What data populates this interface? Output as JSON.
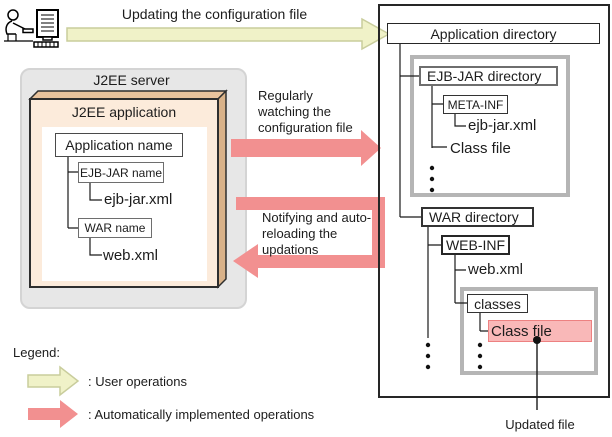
{
  "colors": {
    "user_operation_arrow": "#f0f2c8",
    "user_operation_arrow_border": "#c9cd9c",
    "auto_operation_arrow": "#f29090",
    "updated_file_highlight": "#f9b8b8",
    "updated_file_highlight_border": "#ed8181",
    "container_gray_border": "#b5b5b5",
    "server_background": "#e7e7e7",
    "box3d_face": "#fcebdb",
    "box3d_top_bevel": "#e9c39d",
    "box3d_side_bevel": "#d9b289"
  },
  "icons": {
    "user_computer": "person-at-computer",
    "user_arrow": "right-arrow",
    "auto_arrow": "right-arrow",
    "notify_arrow": "u-turn-left-arrow",
    "ellipsis": "vertical-dots"
  },
  "top_arrow": {
    "label": "Updating the configuration file"
  },
  "j2ee_server": {
    "title": "J2EE server",
    "application": {
      "title": "J2EE application",
      "application_name": "Application name",
      "ejb_jar_name": "EJB-JAR name",
      "ejb_jar_xml": "ejb-jar.xml",
      "war_name": "WAR name",
      "web_xml": "web.xml"
    }
  },
  "flows": {
    "watch": [
      "Regularly",
      "watching the",
      "configuration file"
    ],
    "notify": [
      "Notifying and auto-",
      "reloading the",
      "updations"
    ]
  },
  "application_directory": {
    "title": "Application directory",
    "ejb_jar_directory": "EJB-JAR directory",
    "meta_inf": "META-INF",
    "ejb_jar_xml": "ejb-jar.xml",
    "class_file": "Class file",
    "war_directory": "WAR directory",
    "web_inf": "WEB-INF",
    "web_xml": "web.xml",
    "classes": "classes",
    "updated_class_file": "Class file"
  },
  "annotations": {
    "updated_file": "Updated file"
  },
  "legend": {
    "title": "Legend:",
    "user_operations": ": User operations",
    "auto_operations": ": Automatically implemented operations"
  }
}
